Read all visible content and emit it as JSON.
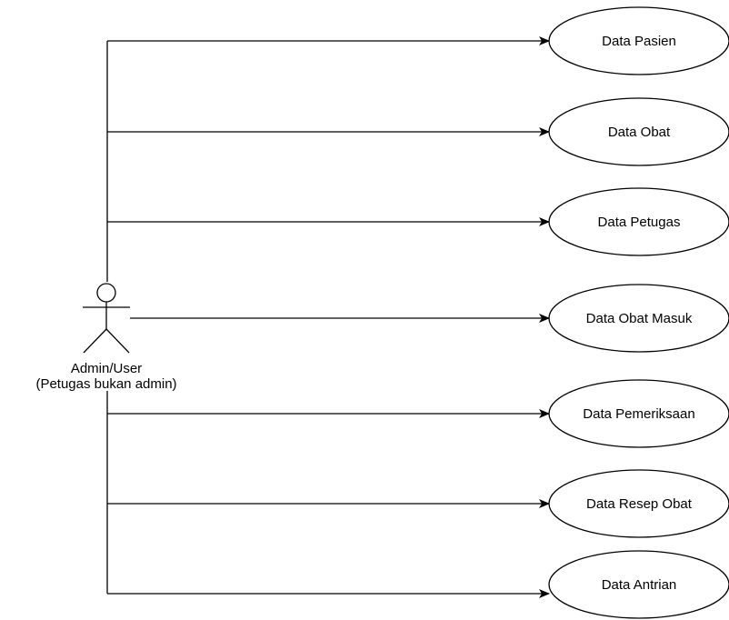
{
  "diagram": {
    "type": "use-case",
    "actor": {
      "name_line1": "Admin/User",
      "name_line2": "(Petugas bukan admin)"
    },
    "use_cases": [
      {
        "label": "Data Pasien"
      },
      {
        "label": "Data Obat"
      },
      {
        "label": "Data Petugas"
      },
      {
        "label": "Data Obat Masuk"
      },
      {
        "label": "Data Pemeriksaan"
      },
      {
        "label": "Data Resep Obat"
      },
      {
        "label": "Data Antrian"
      }
    ]
  }
}
